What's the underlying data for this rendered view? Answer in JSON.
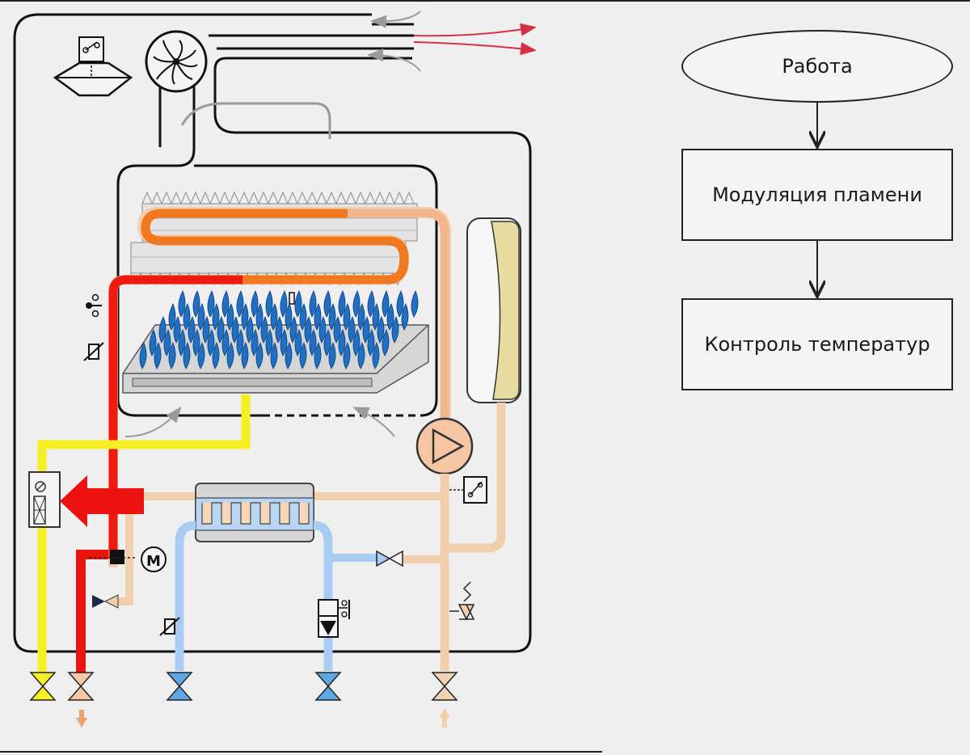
{
  "flowchart": {
    "start": "Работа",
    "steps": [
      "Модуляция пламени",
      "Контроль температур"
    ]
  },
  "diagram": {
    "motor_label": "M",
    "icons": [
      "fan-icon",
      "pressure-switch-icon",
      "pump-icon",
      "motorized-valve-icon",
      "temperature-sensor-icon",
      "solenoid-valve-icon",
      "safety-valve-icon",
      "shutoff-valve-icon",
      "heat-exchanger-icon",
      "burner-icon",
      "expansion-tank-icon"
    ],
    "colors": {
      "hot_water": "#e8150f",
      "return_water": "#f2cfac",
      "cold_water": "#a9cdf2",
      "gas": "#f5ef23",
      "exhaust": "#d63042",
      "flame": "#1f6fc4",
      "highlight_arrow": "#ee1111"
    }
  }
}
